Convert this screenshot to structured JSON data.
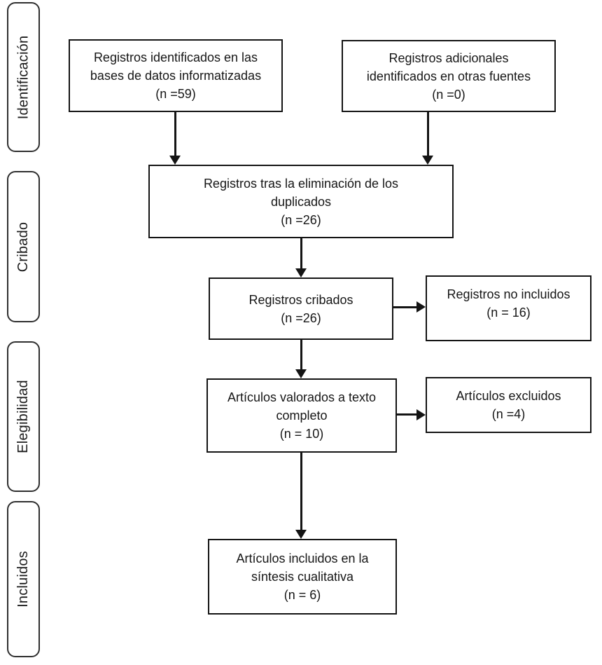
{
  "diagram": {
    "kind": "prisma-flow",
    "language": "es"
  },
  "colors": {
    "background": "#ffffff",
    "box_border": "#141414",
    "stage_border": "#2f2f2f",
    "text": "#161616"
  },
  "sidebar": {
    "stages": [
      {
        "label": "Identificación"
      },
      {
        "label": "Cribado"
      },
      {
        "label": "Elegibilidad"
      },
      {
        "label": "Incluidos"
      }
    ]
  },
  "flow": {
    "boxes": {
      "identified_databases": {
        "text": "Registros identificados en las\nbases de datos informatizadas\n(n =59)",
        "n": 59
      },
      "identified_other_sources": {
        "text": "Registros adicionales\nidentificados en otras fuentes\n(n =0)",
        "n": 0
      },
      "after_duplicates": {
        "text": "Registros tras la eliminación de los\nduplicados\n(n =26)",
        "n": 26
      },
      "screened": {
        "text": "Registros cribados\n(n =26)",
        "n": 26
      },
      "not_included": {
        "text": "Registros no incluidos\n(n = 16)",
        "n": 16
      },
      "fulltext_assessed": {
        "text": "Artículos valorados a texto\ncompleto\n(n = 10)",
        "n": 10
      },
      "excluded": {
        "text": "Artículos excluidos\n(n =4)",
        "n": 4
      },
      "included_synthesis": {
        "text": "Artículos incluidos en la\nsíntesis cualitativa\n(n = 6)",
        "n": 6
      }
    }
  }
}
